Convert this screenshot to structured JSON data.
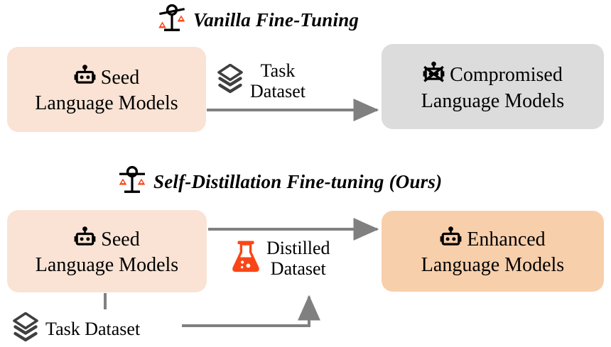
{
  "figure": {
    "type": "diagram",
    "background": "#ffffff",
    "palette": {
      "seed_box": "#fae3d4",
      "compromised_box": "#dcdcdc",
      "enhanced_box": "#f8cfab",
      "orange_accent": "#fa4616",
      "arrow_gray": "#808080",
      "icon_dark": "#3f3f3f",
      "text": "#000000"
    }
  },
  "sections": [
    {
      "id": "vanilla",
      "title": "Vanilla Fine-Tuning",
      "title_icon": "scale-warning-icon",
      "source": {
        "icon": "robot-icon",
        "line1": "Seed",
        "line2": "Language Models",
        "color": "#fae3d4"
      },
      "connector": {
        "icon": "layers-stack-icon",
        "line1": "Task",
        "line2": "Dataset",
        "arrow": "arrow-right"
      },
      "target": {
        "icon": "robot-crossed-out-icon",
        "line1": "Compromised",
        "line2": "Language Models",
        "color": "#dcdcdc"
      }
    },
    {
      "id": "self-distillation",
      "title": "Self-Distillation Fine-tuning (Ours)",
      "title_icon": "scale-warning-icon",
      "source": {
        "icon": "robot-icon",
        "line1": "Seed",
        "line2": "Language Models",
        "color": "#fae3d4"
      },
      "connector": {
        "icon": "flask-icon",
        "line1": "Distilled",
        "line2": "Dataset",
        "arrow": "arrow-right"
      },
      "target": {
        "icon": "robot-icon",
        "line1": "Enhanced",
        "line2": "Language Models",
        "color": "#f8cfab"
      },
      "input": {
        "icon": "layers-stack-icon",
        "label": "Task Dataset",
        "arrow": "arrow-elbow-up"
      }
    }
  ]
}
